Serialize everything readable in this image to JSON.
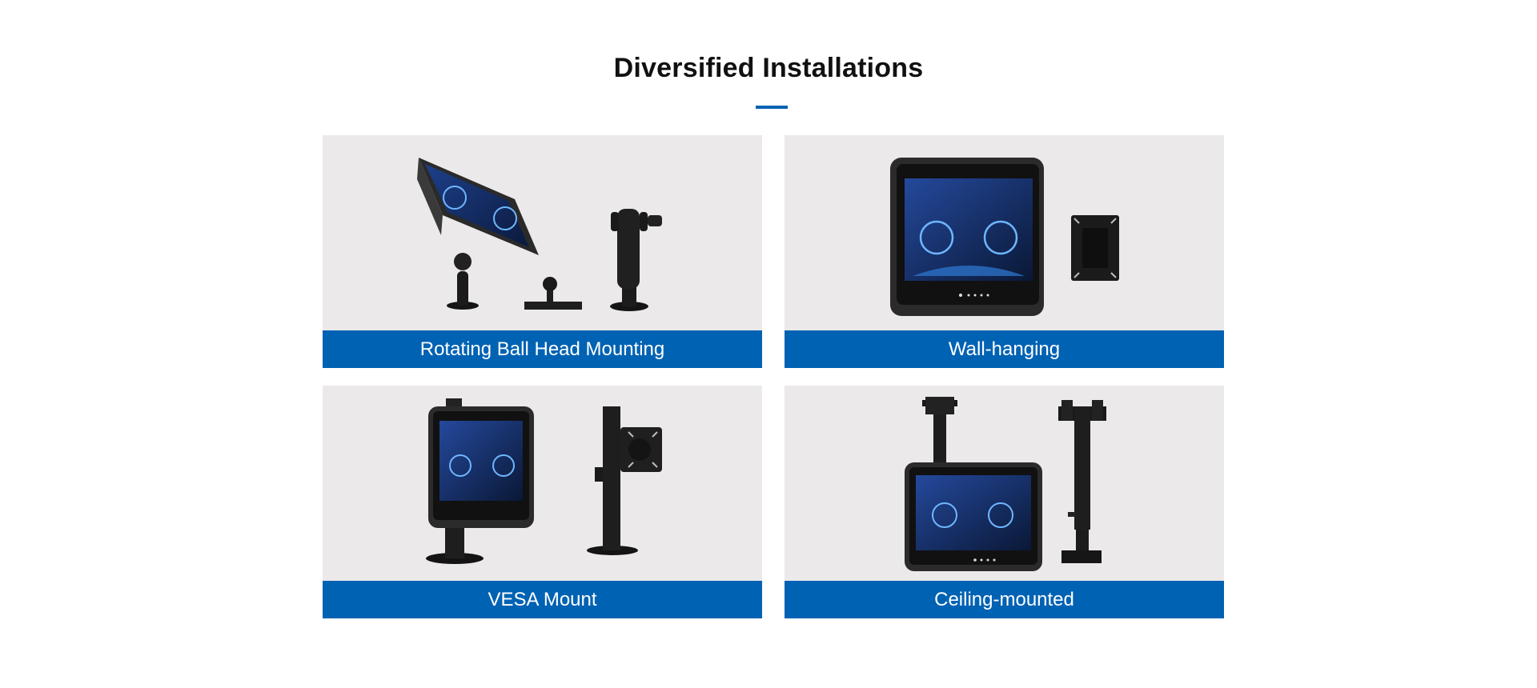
{
  "section": {
    "title": "Diversified Installations",
    "accent_color": "#0062b3",
    "card_background": "#ebe9ea"
  },
  "cards": [
    {
      "caption": "Rotating Ball Head Mounting",
      "image": "monitor-on-ball-head-mount-with-ram-arm-and-base-plate"
    },
    {
      "caption": "Wall-hanging",
      "image": "monitor-with-vesa-wall-bracket"
    },
    {
      "caption": "VESA Mount",
      "image": "monitor-on-pole-stand-with-vesa-plate"
    },
    {
      "caption": "Ceiling-mounted",
      "image": "monitor-on-ceiling-pole-mount"
    }
  ]
}
